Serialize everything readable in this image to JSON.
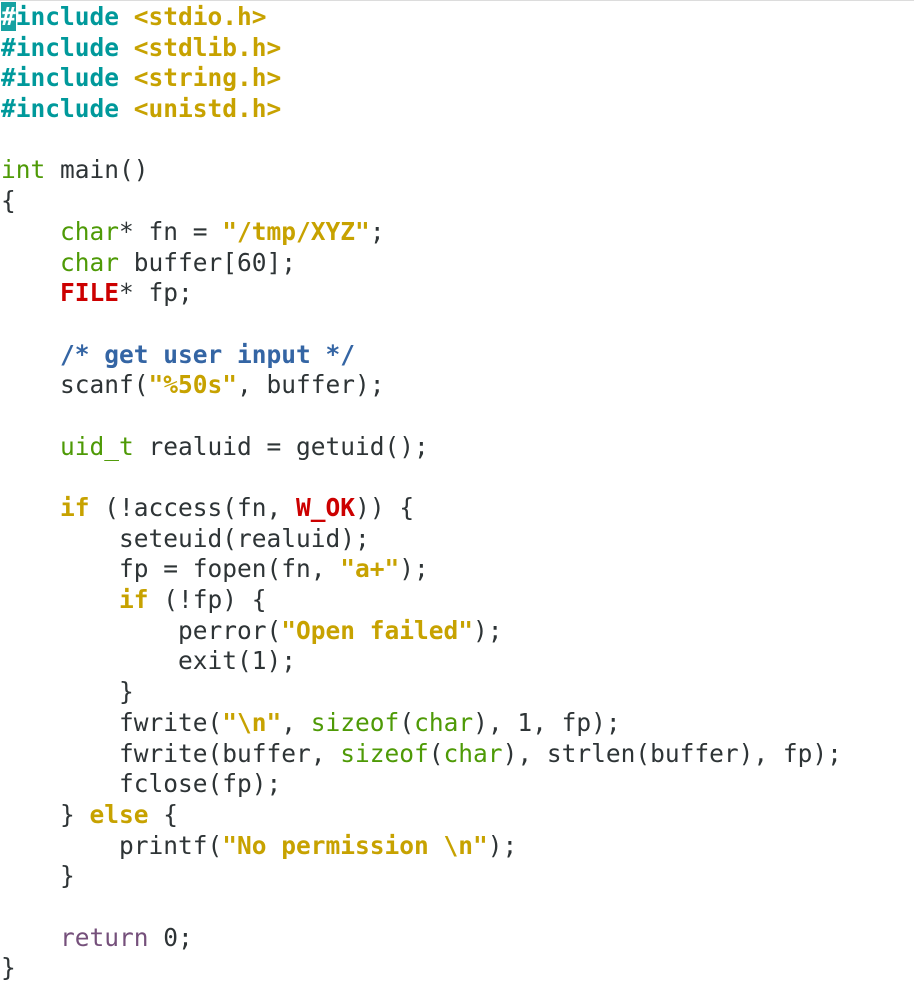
{
  "lines": [
    [
      {
        "t": "#",
        "c": "cursor"
      },
      {
        "t": "include",
        "c": "pp"
      },
      {
        "t": " "
      },
      {
        "t": "<stdio.h>",
        "c": "hdr"
      }
    ],
    [
      {
        "t": "#include",
        "c": "pp"
      },
      {
        "t": " "
      },
      {
        "t": "<stdlib.h>",
        "c": "hdr"
      }
    ],
    [
      {
        "t": "#include",
        "c": "pp"
      },
      {
        "t": " "
      },
      {
        "t": "<string.h>",
        "c": "hdr"
      }
    ],
    [
      {
        "t": "#include",
        "c": "pp"
      },
      {
        "t": " "
      },
      {
        "t": "<unistd.h>",
        "c": "hdr"
      }
    ],
    [],
    [
      {
        "t": "int",
        "c": "type"
      },
      {
        "t": " main()"
      }
    ],
    [
      {
        "t": "{"
      }
    ],
    [
      {
        "t": "    "
      },
      {
        "t": "char",
        "c": "type"
      },
      {
        "t": "* fn = "
      },
      {
        "t": "\"/tmp/XYZ\"",
        "c": "str"
      },
      {
        "t": ";"
      }
    ],
    [
      {
        "t": "    "
      },
      {
        "t": "char",
        "c": "type"
      },
      {
        "t": " buffer[60];"
      }
    ],
    [
      {
        "t": "    "
      },
      {
        "t": "FILE",
        "c": "red"
      },
      {
        "t": "* fp;"
      }
    ],
    [],
    [
      {
        "t": "    "
      },
      {
        "t": "/* get user input */",
        "c": "comment"
      }
    ],
    [
      {
        "t": "    scanf("
      },
      {
        "t": "\"%50s\"",
        "c": "str"
      },
      {
        "t": ", buffer);"
      }
    ],
    [],
    [
      {
        "t": "    "
      },
      {
        "t": "uid_t",
        "c": "type"
      },
      {
        "t": " realuid = getuid();"
      }
    ],
    [],
    [
      {
        "t": "    "
      },
      {
        "t": "if",
        "c": "kw"
      },
      {
        "t": " (!access(fn, "
      },
      {
        "t": "W_OK",
        "c": "red"
      },
      {
        "t": ")) {"
      }
    ],
    [
      {
        "t": "        seteuid(realuid);"
      }
    ],
    [
      {
        "t": "        fp = fopen(fn, "
      },
      {
        "t": "\"a+\"",
        "c": "str"
      },
      {
        "t": ");"
      }
    ],
    [
      {
        "t": "        "
      },
      {
        "t": "if",
        "c": "kw"
      },
      {
        "t": " (!fp) {"
      }
    ],
    [
      {
        "t": "            perror("
      },
      {
        "t": "\"Open failed\"",
        "c": "str"
      },
      {
        "t": ");"
      }
    ],
    [
      {
        "t": "            exit(1);"
      }
    ],
    [
      {
        "t": "        }"
      }
    ],
    [
      {
        "t": "        fwrite("
      },
      {
        "t": "\"\\n\"",
        "c": "str"
      },
      {
        "t": ", "
      },
      {
        "t": "sizeof",
        "c": "fn"
      },
      {
        "t": "("
      },
      {
        "t": "char",
        "c": "type"
      },
      {
        "t": "), 1, fp);"
      }
    ],
    [
      {
        "t": "        fwrite(buffer, "
      },
      {
        "t": "sizeof",
        "c": "fn"
      },
      {
        "t": "("
      },
      {
        "t": "char",
        "c": "type"
      },
      {
        "t": "), strlen(buffer), fp);"
      }
    ],
    [
      {
        "t": "        fclose(fp);"
      }
    ],
    [
      {
        "t": "    } "
      },
      {
        "t": "else",
        "c": "kw"
      },
      {
        "t": " {"
      }
    ],
    [
      {
        "t": "        printf("
      },
      {
        "t": "\"No permission \\n\"",
        "c": "str"
      },
      {
        "t": ");"
      }
    ],
    [
      {
        "t": "    }"
      }
    ],
    [],
    [
      {
        "t": "    "
      },
      {
        "t": "return",
        "c": "ret"
      },
      {
        "t": " 0;"
      }
    ],
    [
      {
        "t": "}"
      }
    ]
  ]
}
